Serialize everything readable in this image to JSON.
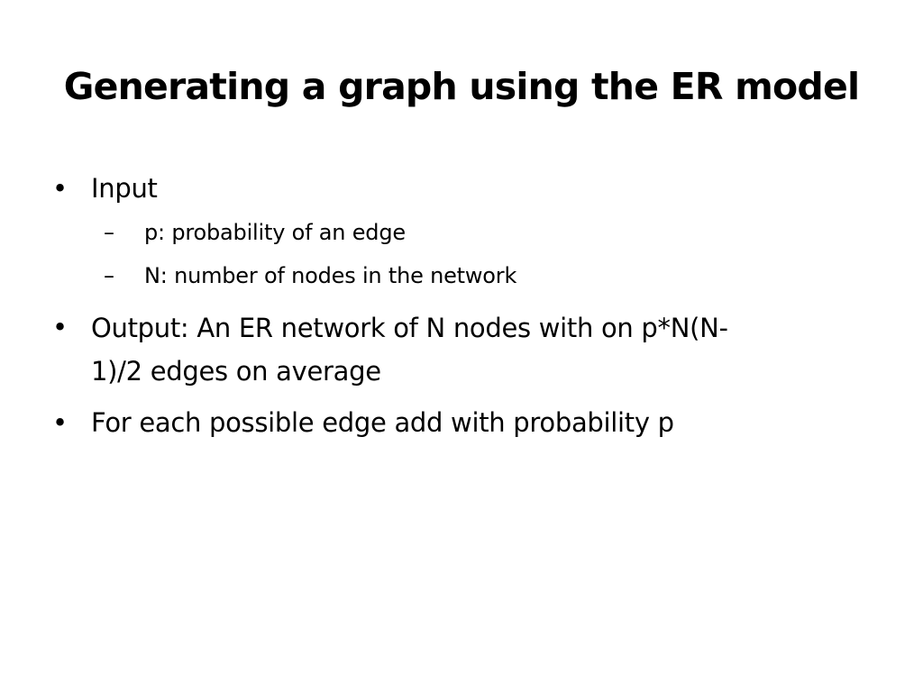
{
  "slide": {
    "title": "Generating a graph using the ER model",
    "bullets": [
      {
        "marker": "•",
        "text": "Input",
        "sub": [
          {
            "marker": "–",
            "text": "p: probability of an edge"
          },
          {
            "marker": "–",
            "text": "N: number of nodes in the network"
          }
        ]
      },
      {
        "marker": "•",
        "text_line1": "Output: An ER network of N nodes with on p*N(N-",
        "text_line2": "1)/2 edges on average"
      },
      {
        "marker": "•",
        "text": "For each possible edge add with probability p"
      }
    ]
  }
}
